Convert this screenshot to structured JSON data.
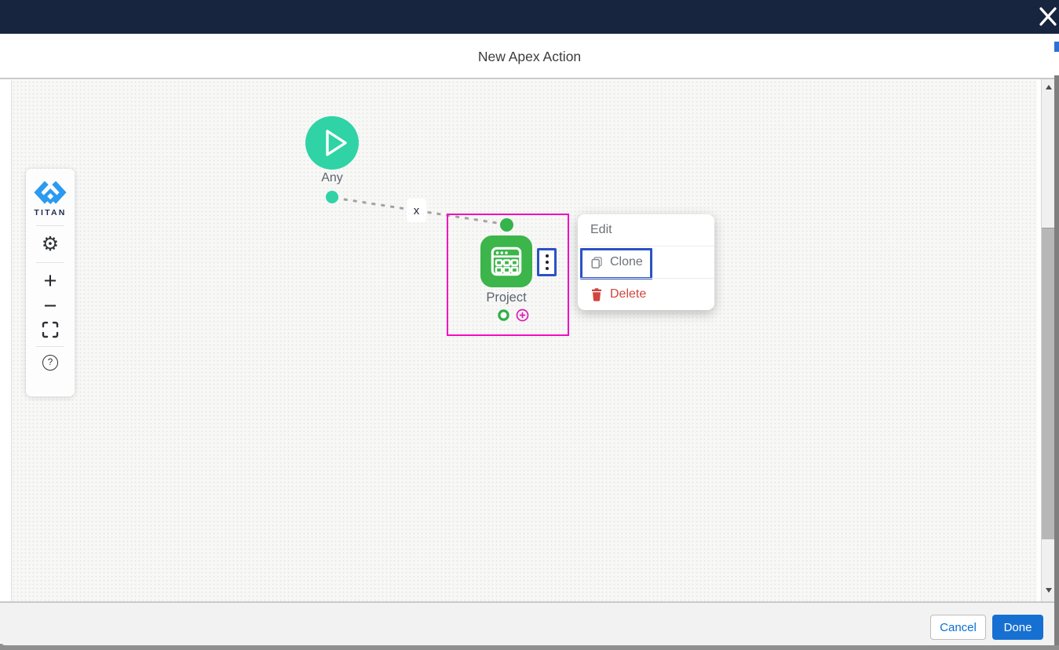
{
  "modal": {
    "title": "New Apex Action"
  },
  "toolbar": {
    "logo_text": "TITAN",
    "gear_glyph": "⚙",
    "zoom_in_glyph": "+",
    "zoom_out_glyph": "−",
    "help_glyph": "?"
  },
  "canvas": {
    "start_node_label": "Any",
    "connector_label": "x",
    "project_node_label": "Project"
  },
  "context_menu": {
    "edit_label": "Edit",
    "clone_label": "Clone",
    "delete_label": "Delete"
  },
  "footer": {
    "cancel_label": "Cancel",
    "done_label": "Done"
  },
  "colors": {
    "topbar_navy": "#17253f",
    "start_teal": "#2fd3a6",
    "node_green": "#3cb54a",
    "selection_magenta": "#f30cc0",
    "highlight_blue": "#2b52c4",
    "delete_red": "#d0453e",
    "done_blue": "#1670d2",
    "cancel_text_blue": "#0b6fd0"
  }
}
